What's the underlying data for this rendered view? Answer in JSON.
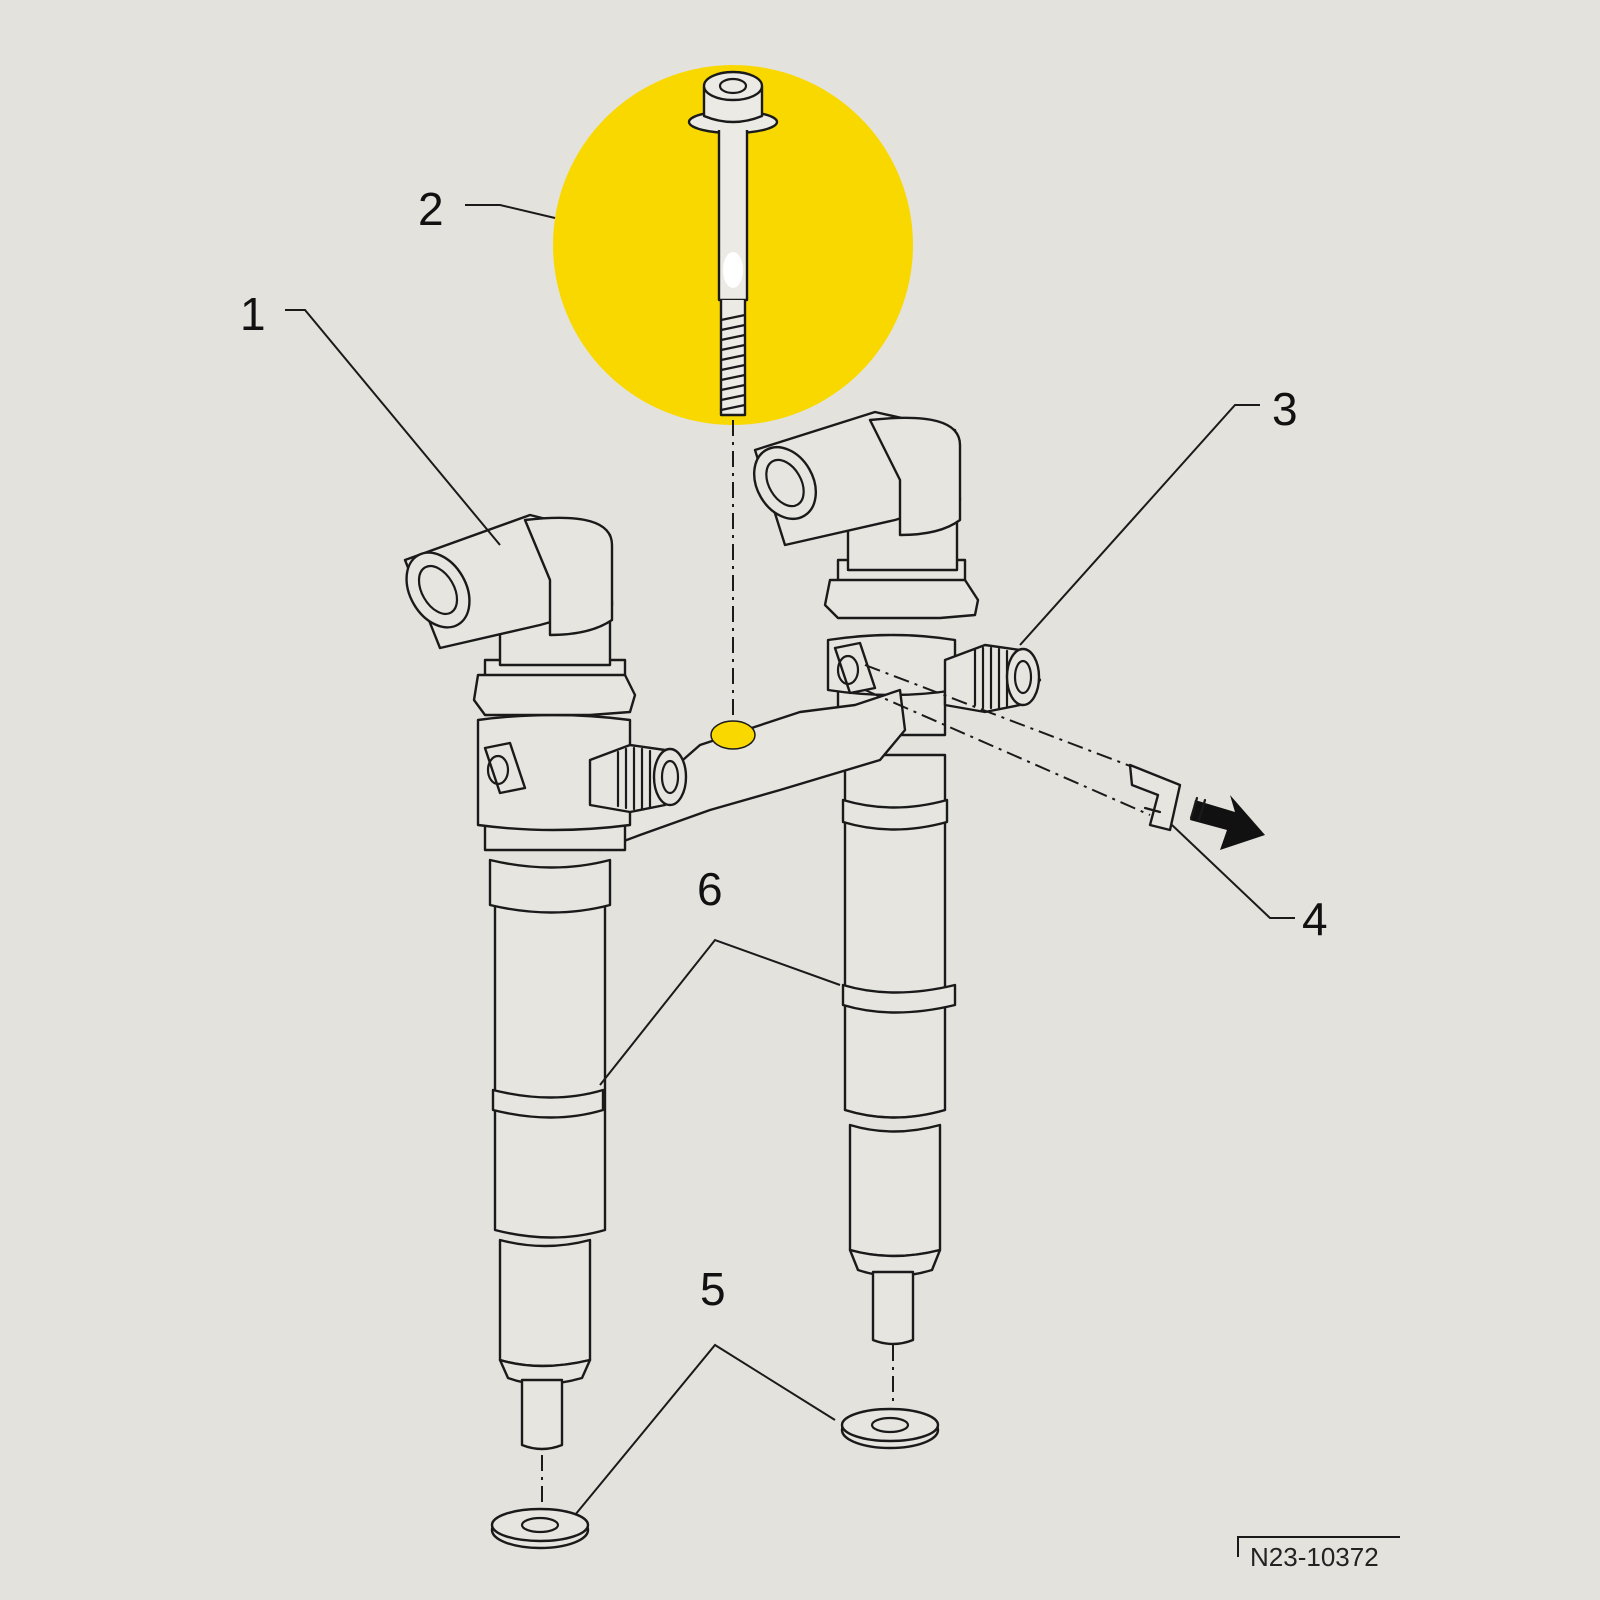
{
  "callouts": [
    "1",
    "2",
    "3",
    "4",
    "5",
    "6"
  ],
  "reference": "N23-10372",
  "colors": {
    "background": "#e3e2dd",
    "highlight": "#f9d800",
    "line": "#1a1a1a"
  }
}
